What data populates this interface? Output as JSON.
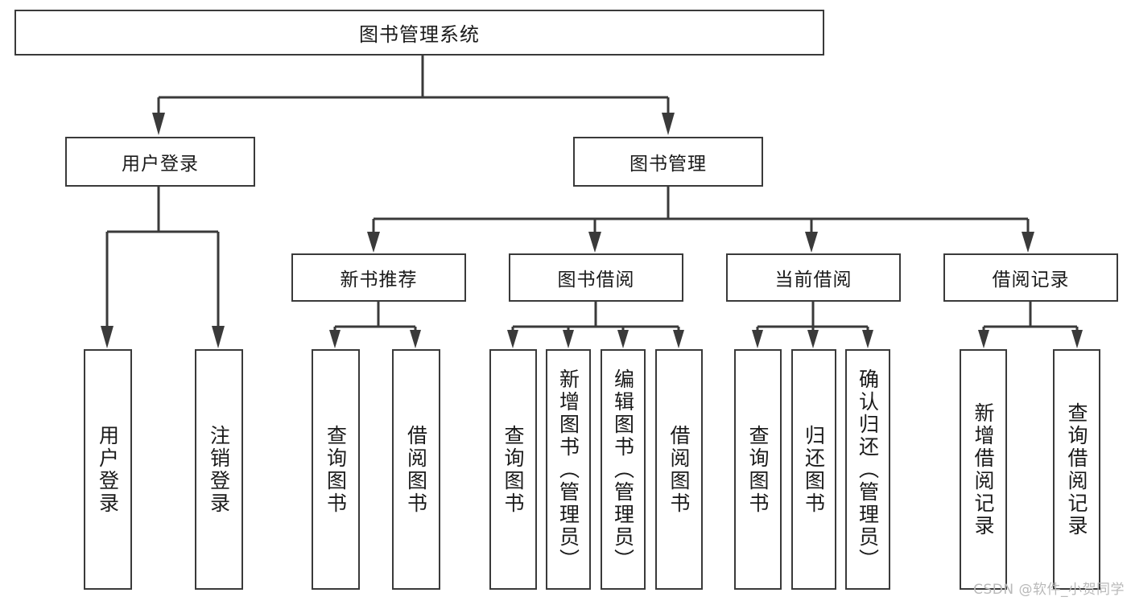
{
  "diagram": {
    "type": "tree",
    "title": "图书管理系统",
    "orientation": "top-down",
    "colors": {
      "box_border": "#3a3a3a",
      "box_fill": "#ffffff",
      "connector": "#3a3a3a",
      "text": "#1a1a1a",
      "watermark": "#b9b9b9",
      "background": "#ffffff"
    },
    "root": {
      "label": "图书管理系统"
    },
    "level2": [
      {
        "id": "user-login",
        "label": "用户登录"
      },
      {
        "id": "book-management",
        "label": "图书管理"
      }
    ],
    "level3": [
      {
        "id": "new-book-recommend",
        "label": "新书推荐",
        "parent": "book-management"
      },
      {
        "id": "book-borrow",
        "label": "图书借阅",
        "parent": "book-management"
      },
      {
        "id": "current-borrow",
        "label": "当前借阅",
        "parent": "book-management"
      },
      {
        "id": "borrow-record",
        "label": "借阅记录",
        "parent": "book-management"
      }
    ],
    "leaves": {
      "user-login": [
        {
          "id": "leaf-user-login",
          "label": "用户登录"
        },
        {
          "id": "leaf-logout",
          "label": "注销登录"
        }
      ],
      "new-book-recommend": [
        {
          "id": "leaf-query-book-1",
          "label": "查询图书"
        },
        {
          "id": "leaf-borrow-book-1",
          "label": "借阅图书"
        }
      ],
      "book-borrow": [
        {
          "id": "leaf-query-book-2",
          "label": "查询图书"
        },
        {
          "id": "leaf-add-book",
          "label": "新增图书（管理员）"
        },
        {
          "id": "leaf-edit-book",
          "label": "编辑图书（管理员）"
        },
        {
          "id": "leaf-borrow-book-2",
          "label": "借阅图书"
        }
      ],
      "current-borrow": [
        {
          "id": "leaf-query-book-3",
          "label": "查询图书"
        },
        {
          "id": "leaf-return-book",
          "label": "归还图书"
        },
        {
          "id": "leaf-confirm-return",
          "label": "确认归还（管理员）"
        }
      ],
      "borrow-record": [
        {
          "id": "leaf-add-record",
          "label": "新增借阅记录"
        },
        {
          "id": "leaf-query-record",
          "label": "查询借阅记录"
        }
      ]
    }
  },
  "watermark": {
    "text": "CSDN @软件_小贺同学"
  }
}
